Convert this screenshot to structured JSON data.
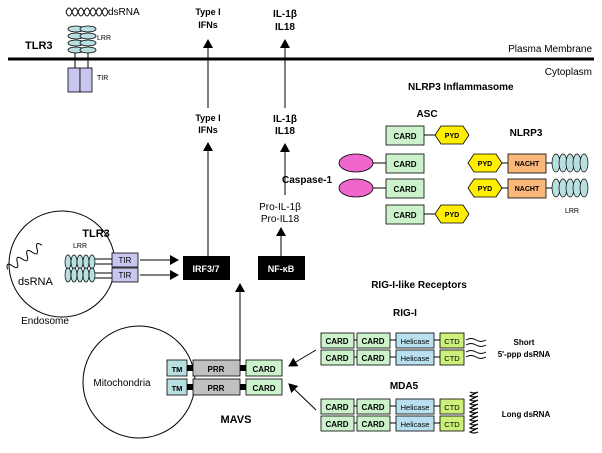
{
  "colors": {
    "card": "#ccf2cc",
    "pyd": "#ffee00",
    "nacht": "#f9b87a",
    "lrr": "#b8e0e0",
    "tir": "#c6c6ee",
    "tm": "#b8e0e0",
    "prr": "#c0c0c0",
    "helicase": "#b8e0f0",
    "ctd": "#ccf07a",
    "caspase": "#ee66cc",
    "dark_box": "#000000",
    "membrane": "#000000"
  },
  "labels": {
    "plasma_membrane": "Plasma Membrane",
    "cytoplasm": "Cytoplasm",
    "tlr3_top": "TLR3",
    "dsrna_top": "dsRNA",
    "lrr_top": "LRR",
    "tir_top": "TIR",
    "type1_top": "Type I",
    "ifns_top": "IFNs",
    "il1b_top": "IL-1β",
    "il18_top": "IL18",
    "type1_mid": "Type I",
    "ifns_mid": "IFNs",
    "il1b_mid": "IL-1β",
    "il18_mid": "IL18",
    "nlrp3_inflammasome": "NLRP3 Inflammasome",
    "asc": "ASC",
    "nlrp3": "NLRP3",
    "caspase1": "Caspase-1",
    "pro_il1b": "Pro-IL-1β",
    "pro_il18": "Pro-IL18",
    "card": "CARD",
    "pyd": "PYD",
    "nacht": "NACHT",
    "lrr": "LRR",
    "tlr3_endo": "TLR3",
    "lrr_endo": "LRR",
    "dsrna_endo": "dsRNA",
    "tir_endo": "TIR",
    "endosome": "Endosome",
    "irf37": "IRF3/7",
    "nfkb": "NF-κB",
    "rig_receptors": "RIG-I-like Receptors",
    "rigi": "RIG-I",
    "mda5": "MDA5",
    "helicase": "Helicase",
    "ctd": "CTD",
    "short": "Short",
    "ppp_dsrna": "5'-ppp dsRNA",
    "long_dsrna": "Long dsRNA",
    "mitochondria": "Mitochondria",
    "tm": "TM",
    "prr": "PRR",
    "mavs": "MAVS"
  }
}
